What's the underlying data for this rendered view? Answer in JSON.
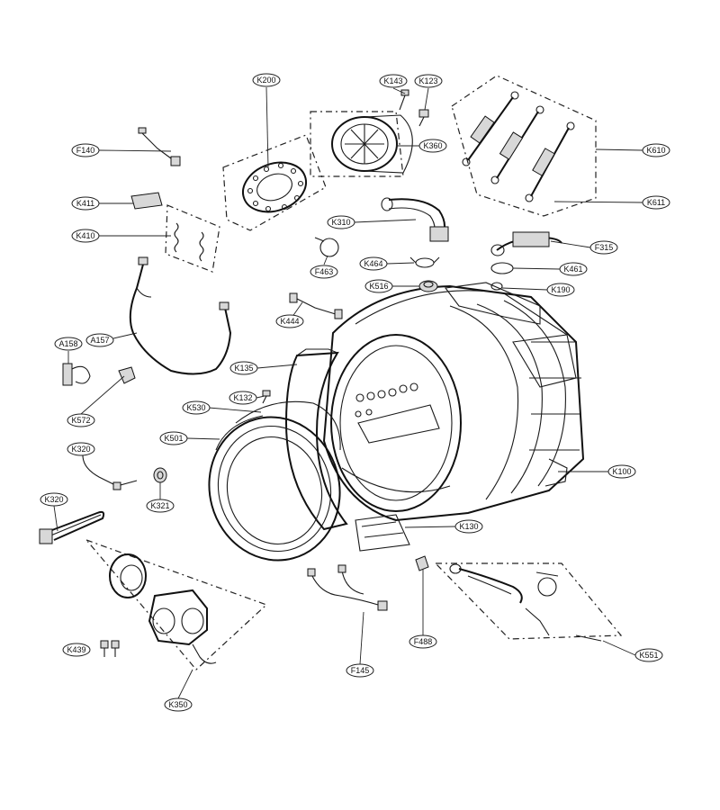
{
  "labels": [
    {
      "id": "K200",
      "text": "K200"
    },
    {
      "id": "K143",
      "text": "K143"
    },
    {
      "id": "K123",
      "text": "K123"
    },
    {
      "id": "K360",
      "text": "K360"
    },
    {
      "id": "K610",
      "text": "K610"
    },
    {
      "id": "K611",
      "text": "K611"
    },
    {
      "id": "F140",
      "text": "F140"
    },
    {
      "id": "K411",
      "text": "K411"
    },
    {
      "id": "K410",
      "text": "K410"
    },
    {
      "id": "K310",
      "text": "K310"
    },
    {
      "id": "F315",
      "text": "F315"
    },
    {
      "id": "F463",
      "text": "F463"
    },
    {
      "id": "K464",
      "text": "K464"
    },
    {
      "id": "K461",
      "text": "K461"
    },
    {
      "id": "K516",
      "text": "K516"
    },
    {
      "id": "K190",
      "text": "K190"
    },
    {
      "id": "K444",
      "text": "K444"
    },
    {
      "id": "A158",
      "text": "A158"
    },
    {
      "id": "A157",
      "text": "A157"
    },
    {
      "id": "K135",
      "text": "K135"
    },
    {
      "id": "K572",
      "text": "K572"
    },
    {
      "id": "K132",
      "text": "K132"
    },
    {
      "id": "K530",
      "text": "K530"
    },
    {
      "id": "K501",
      "text": "K501"
    },
    {
      "id": "K320a",
      "text": "K320"
    },
    {
      "id": "K321",
      "text": "K321"
    },
    {
      "id": "K100",
      "text": "K100"
    },
    {
      "id": "K320b",
      "text": "K320"
    },
    {
      "id": "K130",
      "text": "K130"
    },
    {
      "id": "K439",
      "text": "K439"
    },
    {
      "id": "F488",
      "text": "F488"
    },
    {
      "id": "K551",
      "text": "K551"
    },
    {
      "id": "F145",
      "text": "F145"
    },
    {
      "id": "K350",
      "text": "K350"
    }
  ]
}
